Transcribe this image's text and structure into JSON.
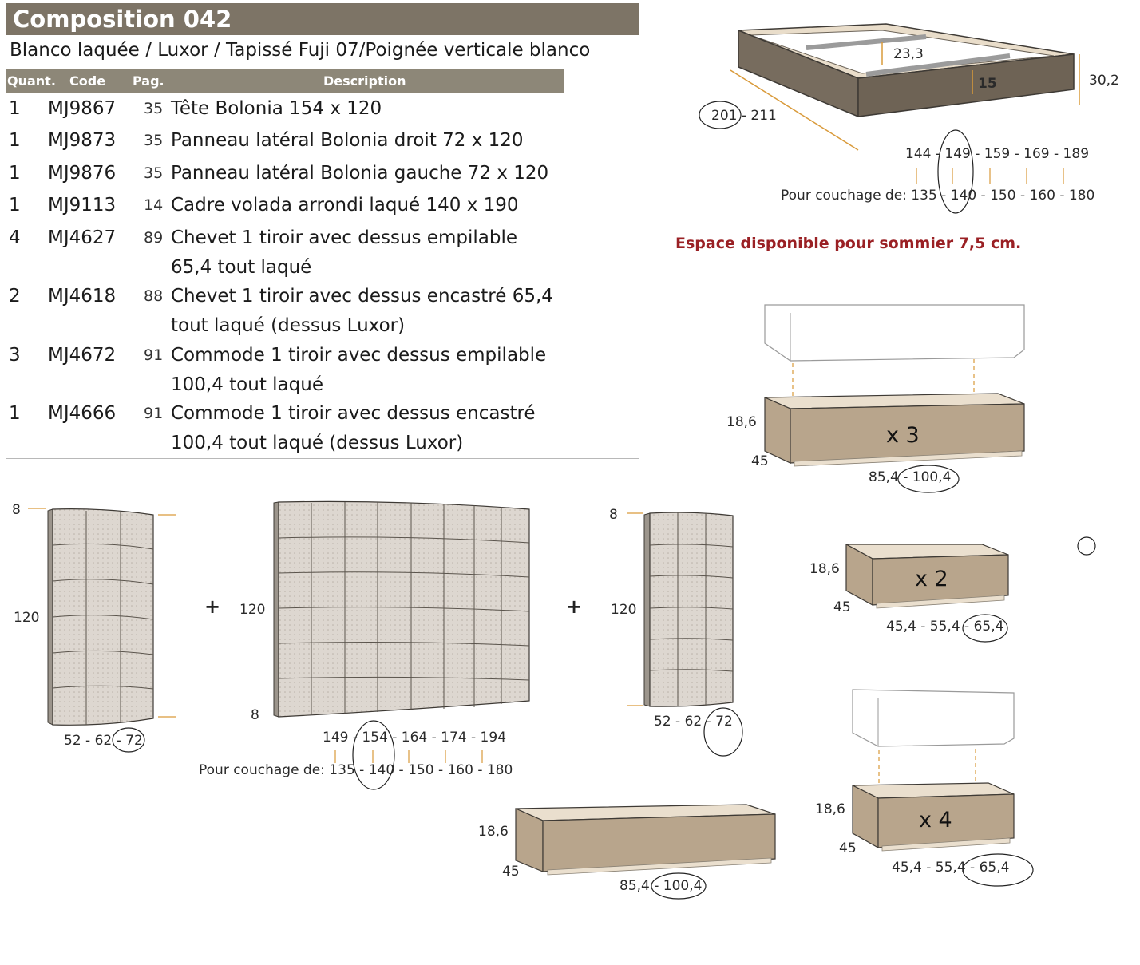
{
  "header": {
    "title": "Composition 042",
    "subtitle": "Blanco laquée / Luxor / Tapissé Fuji 07/Poignée verticale blanco"
  },
  "table": {
    "columns": {
      "qty": "Quant.",
      "code": "Code",
      "page": "Pag.",
      "desc": "Description"
    },
    "rows": [
      {
        "qty": "1",
        "code": "MJ9867",
        "page": "35",
        "desc": "Tête Bolonia 154 x 120"
      },
      {
        "qty": "1",
        "code": "MJ9873",
        "page": "35",
        "desc": "Panneau latéral Bolonia droit 72 x 120"
      },
      {
        "qty": "1",
        "code": "MJ9876",
        "page": "35",
        "desc": "Panneau latéral Bolonia gauche 72 x 120"
      },
      {
        "qty": "1",
        "code": "MJ9113",
        "page": "14",
        "desc": "Cadre volada arrondi laqué 140 x 190"
      },
      {
        "qty": "4",
        "code": "MJ4627",
        "page": "89",
        "desc": "Chevet 1 tiroir avec dessus empilable 65,4 tout laqué"
      },
      {
        "qty": "2",
        "code": "MJ4618",
        "page": "88",
        "desc": "Chevet 1 tiroir avec dessus encastré 65,4 tout laqué (dessus Luxor)"
      },
      {
        "qty": "3",
        "code": "MJ4672",
        "page": "91",
        "desc": "Commode 1 tiroir avec dessus empilable 100,4 tout laqué"
      },
      {
        "qty": "1",
        "code": "MJ4666",
        "page": "91",
        "desc": "Commode 1 tiroir avec dessus encastré 100,4 tout laqué (dessus Luxor)"
      }
    ]
  },
  "bed_frame": {
    "depth": "201 - 211",
    "inner_height": "23,3",
    "frame_height": "15",
    "total_height": "30,2",
    "widths": "144 - 149 - 159 - 169 - 189",
    "sleeping": "Pour couchage de: 135 - 140 - 150 - 160 - 180"
  },
  "note": "Espace disponible pour sommier 7,5 cm.",
  "headboards": {
    "side_top": "8",
    "side_height": "120",
    "side_widths": "52 - 62 - 72",
    "center_height": "120",
    "center_bottom": "8",
    "center_widths": "149 - 154 - 164 - 174 - 194",
    "center_sleeping": "Pour couchage de: 135 - 140 - 150 - 160 - 180",
    "plus": "+"
  },
  "dressers": [
    {
      "height": "18,6",
      "depth": "45",
      "widths": "85,4 - 100,4",
      "mult": "x 3"
    },
    {
      "height": "18,6",
      "depth": "45",
      "widths": "45,4 - 55,4 - 65,4",
      "mult": "x 2"
    },
    {
      "height": "18,6",
      "depth": "45",
      "widths": "45,4 - 55,4 - 65,4",
      "mult": "x 4"
    },
    {
      "height": "18,6",
      "depth": "45",
      "widths": "85,4 - 100,4"
    }
  ],
  "colors": {
    "title_bg": "#7d7466",
    "table_head_bg": "#8d8778",
    "lacquer_brown": "#b8a58c",
    "frame_brown": "#74695b",
    "note_red": "#9a2024",
    "upholstery": "#ddd7d0",
    "dim_orange": "#d99a3a"
  }
}
